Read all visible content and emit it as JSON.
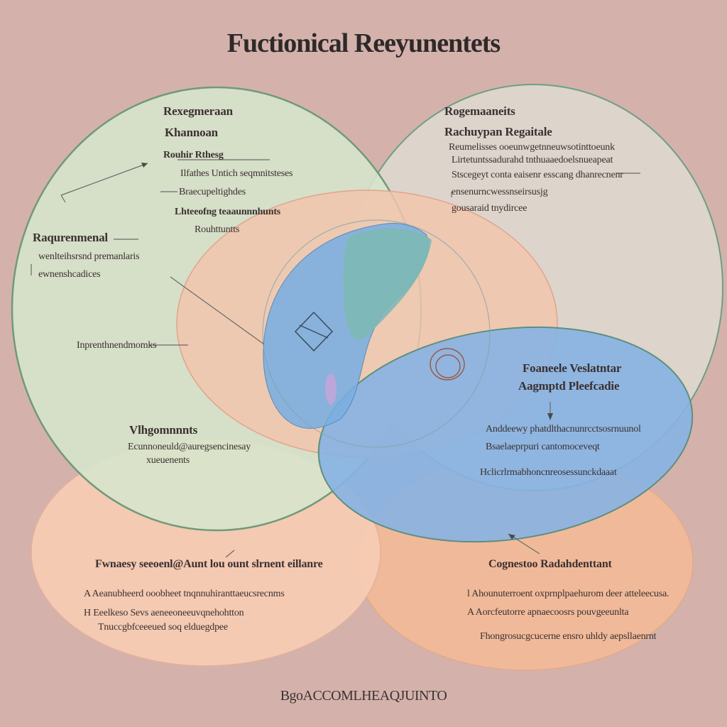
{
  "title": "Fuctionical Reeyunentets",
  "footer": "BgoACCOMLHEAQJUINTO",
  "colors": {
    "background": "#d4b2ab",
    "green_circle": "#d6e5cc",
    "grey_circle": "#ddd6ce",
    "peach_circle": "#f2c6ad",
    "blue_ellipse": "#86b3e3",
    "teal_lens": "#82b8b8",
    "orange_circle": "#f2bb98"
  },
  "left_circle": {
    "heading1": "Rexegmeraan",
    "heading2": "Khannoan",
    "item1": "Rouhir Rthesg",
    "item2": "Ilfathes Untich seqmnitsteses",
    "item3": "Braecupeltighdes",
    "item4": "Lhteeofng teaaunnnhunts",
    "item5": "Rouhttuntts",
    "side_heading": "Raqurenmenal",
    "side_line1": "wenlteihsrsnd premanlaris",
    "side_line2": "ewnenshcadices",
    "middle_label": "Inprenthnendmomks",
    "bottom_heading": "Vlhgomnnnts",
    "bottom_line1": "Ecunnoneuld@auregsencinesay",
    "bottom_line2": "xueuenents"
  },
  "right_circle": {
    "heading1": "Rogemaaneits",
    "heading2": "Rachuypan Regaitale",
    "line1": "Reumelisses ooeunwgetnneuwsotinttoeunk",
    "line2": "Lirtetuntssadurahd tnthuaaedoelsnueapeat",
    "line3": "Stscegeyt conta eaisenr esscang dhanrecnenr",
    "line4": "ensenurncwessnseirsusjg",
    "line5": "gousaraid tnydircee"
  },
  "blue_ellipse": {
    "heading1": "Foaneele Veslatntar",
    "heading2": "Aagmptd Pleefcadie",
    "line1": "Anddeewy phatdlthacnunrcctsosrnuunol",
    "line2": "Bsaelaeprpuri cantomoceveqt",
    "line3": "Hclicrlrmabhoncnreosessunckdaaat"
  },
  "bottom_left": {
    "heading": "Fwnaesy seeoenl@Aunt lou ount slrnent eillanre",
    "bullet1": "A  Aeanubheerd ooobheet tnqnnuhiranttaeucsrecnms",
    "bullet2": "H  Eeelkeso Sevs aeneeoneeuvqnehohtton",
    "bullet3": "Tnuccgbfceeeued soq elduegdpee"
  },
  "bottom_right": {
    "heading": "Cognestoo Radahdenttant",
    "bullet1": "l  Ahounuterroent oxprnplpaehurom deer atteleecusa.",
    "bullet2": "A  Aorcfeutorre apnaecoosrs pouvgeeunlta",
    "bullet3": "Fhongrosucgcucerne ensro uhldy aepsllaenrnt"
  }
}
